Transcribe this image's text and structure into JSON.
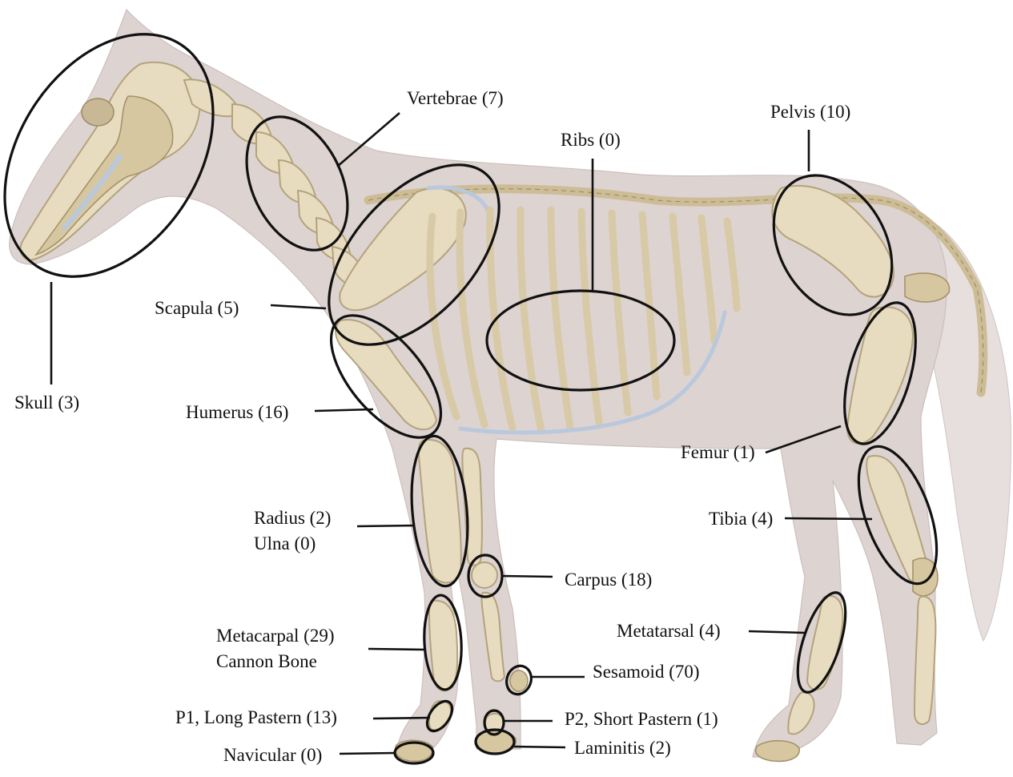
{
  "labels": {
    "skull": "Skull (3)",
    "vertebrae": "Vertebrae (7)",
    "ribs": "Ribs (0)",
    "pelvis": "Pelvis (10)",
    "scapula": "Scapula (5)",
    "humerus": "Humerus (16)",
    "femur": "Femur (1)",
    "radius": "Radius (2)",
    "ulna": "Ulna (0)",
    "tibia": "Tibia (4)",
    "carpus": "Carpus (18)",
    "metatarsal": "Metatarsal (4)",
    "metacarpal": "Metacarpal (29)",
    "cannon_bone": "Cannon Bone",
    "sesamoid": "Sesamoid (70)",
    "p1": "P1, Long Pastern (13)",
    "p2": "P2, Short Pastern (1)",
    "navicular": "Navicular (0)",
    "laminitis": "Laminitis (2)"
  },
  "colors": {
    "background": "#ffffff",
    "body_silhouette": "#ddd3d1",
    "bone": "#e8dcc0",
    "bone_outline": "#b3a37c",
    "cartilage": "#b9c8dc",
    "annotation": "#111111"
  }
}
